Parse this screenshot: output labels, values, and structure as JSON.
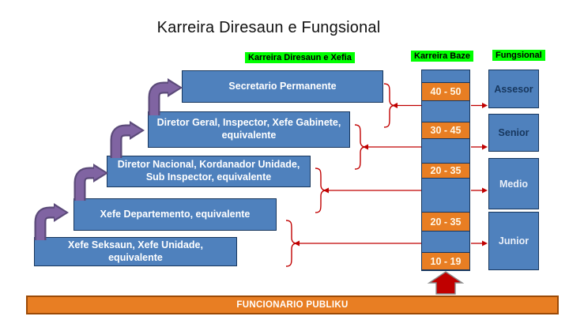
{
  "title": "Karreira Diresaun e Fungsional",
  "headers": {
    "xefia": "Karreira Diresaun e Xefia",
    "baze": "Karreira Baze",
    "fungsional": "Fungsional"
  },
  "career_steps": [
    {
      "label": "Secretario Permanente"
    },
    {
      "label": "Diretor Geral, Inspector, Xefe Gabinete, equivalente"
    },
    {
      "label": "Diretor Nacional, Kordanador Unidade, Sub Inspector, equivalente"
    },
    {
      "label": "Xefe Departemento, equivalente"
    },
    {
      "label": "Xefe Seksaun, Xefe Unidade, equivalente"
    }
  ],
  "baze_scale": {
    "ranges": [
      "40 - 50",
      "30 - 45",
      "20 - 35",
      "20 - 35",
      "10 - 19"
    ]
  },
  "fungsional_levels": [
    {
      "label": "Assesor"
    },
    {
      "label": "Senior"
    },
    {
      "label": "Medio"
    },
    {
      "label": "Junior"
    }
  ],
  "bottom_bar": {
    "label": "FUNCIONARIO PUBLIKU"
  },
  "icons": {
    "promotion_arrow": "purple-bent-up-arrow",
    "entry_arrow": "red-block-up-arrow",
    "connector": "red-brace-and-arrow"
  },
  "colors": {
    "box_blue": "#4F81BD",
    "box_border": "#17365D",
    "orange": "#E87E23",
    "green_highlight": "#00FF00",
    "connector_red": "#C00000",
    "arrow_purple": "#8064A2",
    "bar_border": "#9C4A06"
  }
}
